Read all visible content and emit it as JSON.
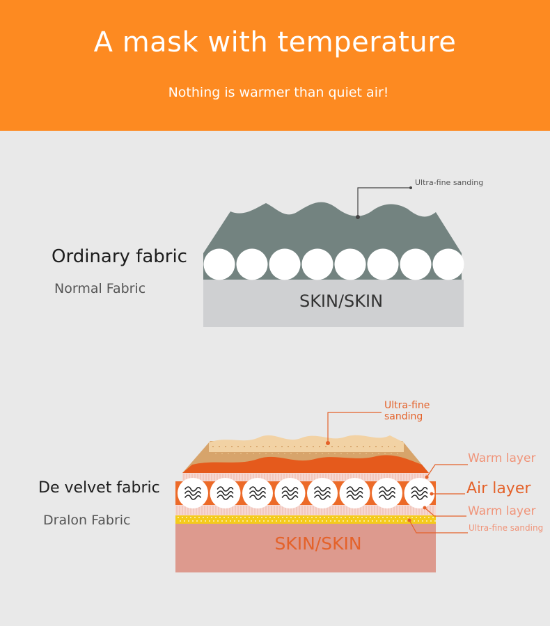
{
  "header": {
    "title": "A mask with temperature",
    "subtitle": "Nothing is warmer than quiet air!",
    "color": "#fd8a21"
  },
  "ordinary": {
    "title": "Ordinary fabric",
    "subtitle": "Normal Fabric",
    "skin_label": "SKIN/SKIN",
    "callout": "Ultra-fine sanding",
    "colors": {
      "fabric": "#738380",
      "skin": "#cfd0d2",
      "fiber": "#ffffff"
    }
  },
  "velvet": {
    "title": "De velvet fabric",
    "subtitle": "Dralon Fabric",
    "skin_label": "SKIN/SKIN",
    "callout_top": [
      "Ultra-fine",
      "sanding"
    ],
    "layers": {
      "warm_top": "Warm layer",
      "air": "Air layer",
      "warm_bottom": "Warm layer",
      "sanding_bottom": "Ultra-fine sanding"
    },
    "colors": {
      "accent": "#ec6a28",
      "skin": "#dd9a8e",
      "beige": "#d7a46b",
      "yellow": "#f4cb1b"
    },
    "air_icon": "wave-lines-icon"
  }
}
